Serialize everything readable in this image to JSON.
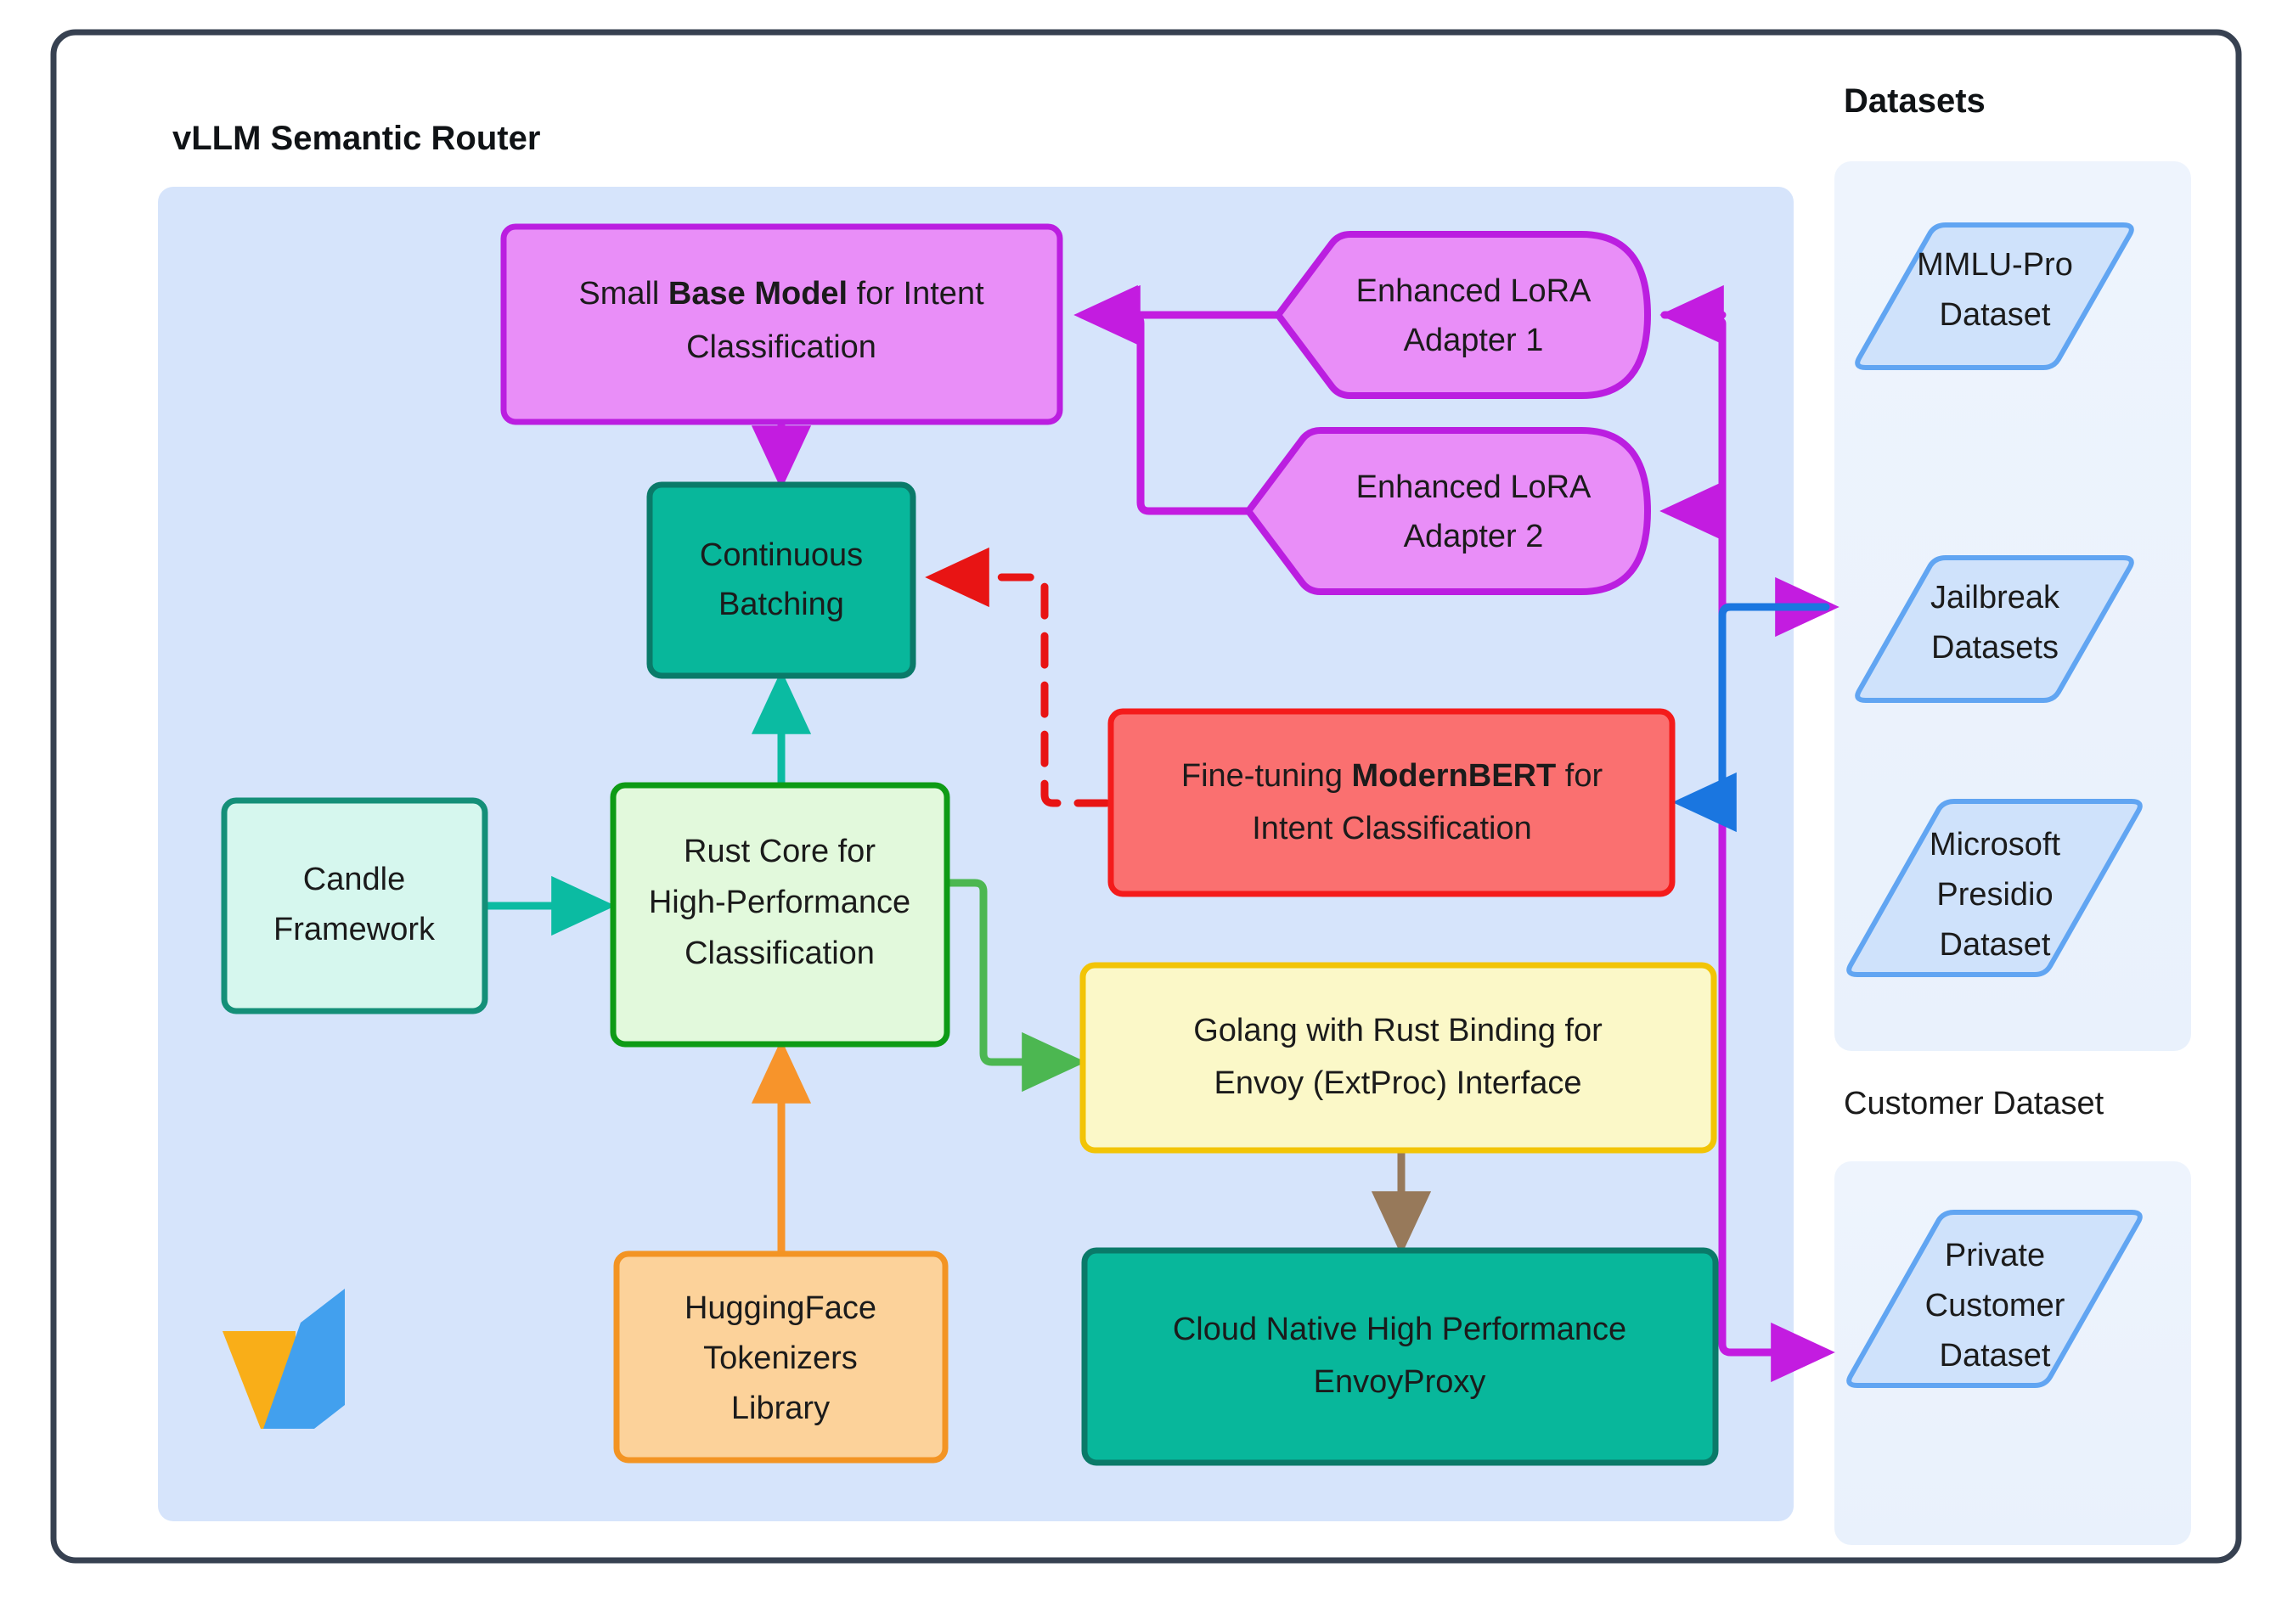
{
  "diagram": {
    "title": "vLLM Semantic Router",
    "datasets_title": "Datasets",
    "customer_dataset_title": "Customer Dataset",
    "logo_name": "vllm-logo"
  },
  "colors": {
    "outer_border": "#374151",
    "router_panel_bg": "#d6e4fb",
    "dataset_panel_bg": "#eef4fd",
    "purple_fill": "#e98ef8",
    "purple_stroke": "#bb1ee0",
    "teal_fill": "#08b79b",
    "teal_stroke": "#0a7a69",
    "mint_fill": "#d6f7ee",
    "mint_stroke": "#148f78",
    "lightgreen_fill": "#e2f9dc",
    "lightgreen_stroke": "#0e9b15",
    "red_fill": "#fa7070",
    "red_stroke": "#f41b1b",
    "yellow_fill": "#fbf8c8",
    "yellow_stroke": "#f2c406",
    "orange_fill": "#fcd29a",
    "orange_stroke": "#f39423",
    "dataset_fill": "#cfe2fb",
    "dataset_stroke": "#61a5f2",
    "edge_purple": "#c31ce0",
    "edge_teal": "#0bbba2",
    "edge_green": "#4cb751",
    "edge_red": "#e81414",
    "edge_orange": "#f7942b",
    "edge_blue": "#1a76e0",
    "edge_brown": "#97795a",
    "logo_yellow": "#f9ae18",
    "logo_blue": "#42a0ee"
  },
  "nodes": {
    "base_model": {
      "id": "base-model",
      "label_prefix": "Small ",
      "label_bold": "Base Model",
      "label_suffix": " for Intent",
      "label_line2": "Classification"
    },
    "continuous_batching": {
      "id": "continuous-batching",
      "line1": "Continuous",
      "line2": "Batching"
    },
    "lora_1": {
      "id": "enhanced-lora-adapter-1",
      "line1": "Enhanced LoRA",
      "line2": "Adapter 1"
    },
    "lora_2": {
      "id": "enhanced-lora-adapter-2",
      "line1": "Enhanced LoRA",
      "line2": "Adapter 2"
    },
    "modernbert": {
      "id": "fine-tuning-modernbert",
      "label_prefix": "Fine-tuning ",
      "label_bold": "ModernBERT",
      "label_suffix": " for",
      "label_line2": "Intent Classification"
    },
    "candle": {
      "id": "candle-framework",
      "line1": "Candle",
      "line2": "Framework"
    },
    "rust_core": {
      "id": "rust-core",
      "line1": "Rust Core for",
      "line2": "High-Performance",
      "line3": "Classification"
    },
    "hf_tokenizers": {
      "id": "huggingface-tokenizers-library",
      "line1": "HuggingFace",
      "line2": "Tokenizers",
      "line3": "Library"
    },
    "golang_envoy": {
      "id": "golang-rust-binding-envoy",
      "line1": "Golang with Rust Binding for",
      "line2": "Envoy (ExtProc) Interface"
    },
    "envoy_proxy": {
      "id": "cloud-native-envoyproxy",
      "line1": "Cloud Native High Performance",
      "line2": "EnvoyProxy"
    }
  },
  "datasets": {
    "public": [
      {
        "id": "mmlu-pro-dataset",
        "line1": "MMLU-Pro",
        "line2": "Dataset",
        "line3": ""
      },
      {
        "id": "jailbreak-datasets",
        "line1": "Jailbreak",
        "line2": "Datasets",
        "line3": ""
      },
      {
        "id": "microsoft-presidio-dataset",
        "line1": "Microsoft",
        "line2": "Presidio",
        "line3": "Dataset"
      }
    ],
    "customer": [
      {
        "id": "private-customer-dataset",
        "line1": "Private",
        "line2": "Customer",
        "line3": "Dataset"
      }
    ]
  },
  "edges": [
    {
      "id": "lora1-to-base-model",
      "color": "#c31ce0",
      "style": "solid"
    },
    {
      "id": "lora2-to-base-model",
      "color": "#c31ce0",
      "style": "solid"
    },
    {
      "id": "base-model-to-continuous-batching",
      "color": "#c31ce0",
      "style": "solid"
    },
    {
      "id": "modernbert-to-continuous-batching",
      "color": "#e81414",
      "style": "dashed"
    },
    {
      "id": "candle-to-rust-core",
      "color": "#0bbba2",
      "style": "solid"
    },
    {
      "id": "rust-core-to-continuous-batching",
      "color": "#0bbba2",
      "style": "solid"
    },
    {
      "id": "hf-tokenizers-to-rust-core",
      "color": "#f7942b",
      "style": "solid"
    },
    {
      "id": "rust-core-to-golang-envoy",
      "color": "#4cb751",
      "style": "solid"
    },
    {
      "id": "golang-envoy-to-envoyproxy",
      "color": "#97795a",
      "style": "solid"
    },
    {
      "id": "jailbreak-to-modernbert",
      "color": "#1a76e0",
      "style": "solid"
    },
    {
      "id": "jailbreak-to-lora-adapters",
      "color": "#c31ce0",
      "style": "solid"
    },
    {
      "id": "private-customer-dataset-link",
      "color": "#c31ce0",
      "style": "solid"
    }
  ]
}
